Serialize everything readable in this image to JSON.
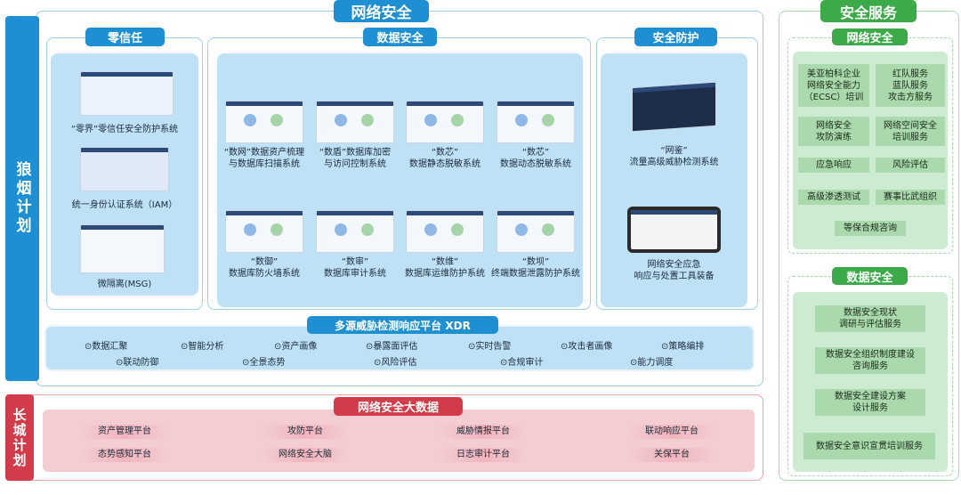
{
  "top_title": "网络安全",
  "langyan": "狼烟计划",
  "changcheng": "长城计划",
  "zero_trust": {
    "title": "零信任",
    "items": [
      "“零界”零信任安全防护系统",
      "统一身份认证系统（IAM）",
      "微隔离(MSG)"
    ]
  },
  "data_security": {
    "title": "数据安全",
    "items": [
      [
        "“数网”数据资产梳理",
        "与数据库扫描系统"
      ],
      [
        "“数盾”数据库加密",
        "与访问控制系统"
      ],
      [
        "“数芯”",
        "数据静态脱敏系统"
      ],
      [
        "“数芯”",
        "数据动态脱敏系统"
      ],
      [
        "“数御”",
        "数据库防火墙系统"
      ],
      [
        "“数审”",
        "数据库审计系统"
      ],
      [
        "“数维”",
        "数据库运维防护系统"
      ],
      [
        "“数坝”",
        "终端数据泄露防护系统"
      ]
    ]
  },
  "protection": {
    "title": "安全防护",
    "items": [
      [
        "“网鉴”",
        "流量高级威胁检测系统"
      ],
      [
        "网络安全应急",
        "响应与处置工具装备"
      ]
    ]
  },
  "xdr": {
    "title": "多源威胁检测响应平台 XDR",
    "row1": [
      "数据汇聚",
      "智能分析",
      "资产画像",
      "暴露面评估",
      "实时告警",
      "攻击者画像",
      "策略编排"
    ],
    "row2": [
      "联动防御",
      "全景态势",
      "风险评估",
      "合规审计",
      "能力调度"
    ]
  },
  "bigdata": {
    "title": "网络安全大数据",
    "row1": [
      "资产管理平台",
      "攻防平台",
      "威胁情报平台",
      "联动响应平台"
    ],
    "row2": [
      "态势感知平台",
      "网络安全大脑",
      "日志审计平台",
      "关保平台"
    ]
  },
  "services": {
    "title": "安全服务",
    "network": {
      "title": "网络安全",
      "items": [
        [
          "美亚柏科企业",
          "网络安全能力",
          "（ECSC）培训"
        ],
        [
          "红队服务",
          "蓝队服务",
          "攻击方服务"
        ],
        [
          "网络安全",
          "攻防演练"
        ],
        [
          "网络空间安全",
          "培训服务"
        ],
        [
          "应急响应"
        ],
        [
          "风险评估"
        ],
        [
          "高级渗透测试"
        ],
        [
          "赛事比武组织"
        ],
        [
          "等保合规咨询"
        ]
      ]
    },
    "data": {
      "title": "数据安全",
      "items": [
        [
          "数据安全现状",
          "调研与评估服务"
        ],
        [
          "数据安全组织制度建设",
          "咨询服务"
        ],
        [
          "数据安全建设方案",
          "设计服务"
        ],
        [
          "数据安全意识宣贯培训服务"
        ]
      ]
    }
  },
  "colors": {
    "blue": "#1f8fd4",
    "green": "#3daa4a",
    "red": "#d13b4a"
  }
}
